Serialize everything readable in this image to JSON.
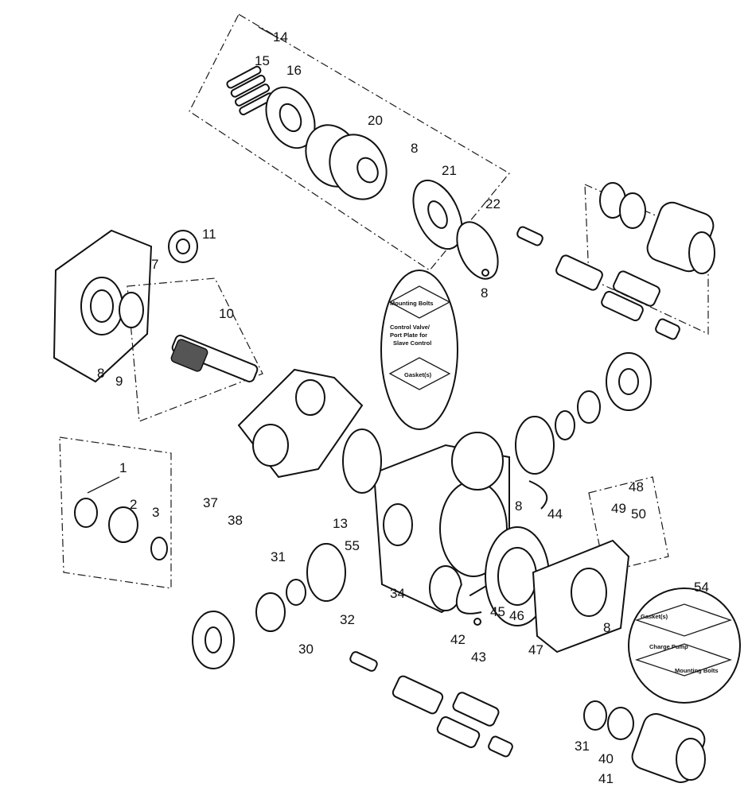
{
  "callouts": [
    {
      "id": "c1",
      "label": "1"
    },
    {
      "id": "c2",
      "label": "2"
    },
    {
      "id": "c3",
      "label": "3"
    },
    {
      "id": "c7",
      "label": "7"
    },
    {
      "id": "c8a",
      "label": "8"
    },
    {
      "id": "c8b",
      "label": "8"
    },
    {
      "id": "c8c",
      "label": "8"
    },
    {
      "id": "c8d",
      "label": "8"
    },
    {
      "id": "c8e",
      "label": "8"
    },
    {
      "id": "c9",
      "label": "9"
    },
    {
      "id": "c10",
      "label": "10"
    },
    {
      "id": "c11",
      "label": "11"
    },
    {
      "id": "c13",
      "label": "13"
    },
    {
      "id": "c14",
      "label": "14"
    },
    {
      "id": "c15",
      "label": "15"
    },
    {
      "id": "c16",
      "label": "16"
    },
    {
      "id": "c20",
      "label": "20"
    },
    {
      "id": "c21",
      "label": "21"
    },
    {
      "id": "c22",
      "label": "22"
    },
    {
      "id": "c30",
      "label": "30"
    },
    {
      "id": "c31a",
      "label": "31"
    },
    {
      "id": "c31b",
      "label": "31"
    },
    {
      "id": "c32",
      "label": "32"
    },
    {
      "id": "c34",
      "label": "34"
    },
    {
      "id": "c37",
      "label": "37"
    },
    {
      "id": "c38",
      "label": "38"
    },
    {
      "id": "c40",
      "label": "40"
    },
    {
      "id": "c41",
      "label": "41"
    },
    {
      "id": "c42",
      "label": "42"
    },
    {
      "id": "c43",
      "label": "43"
    },
    {
      "id": "c44",
      "label": "44"
    },
    {
      "id": "c45",
      "label": "45"
    },
    {
      "id": "c46",
      "label": "46"
    },
    {
      "id": "c47",
      "label": "47"
    },
    {
      "id": "c48",
      "label": "48"
    },
    {
      "id": "c49",
      "label": "49"
    },
    {
      "id": "c50",
      "label": "50"
    },
    {
      "id": "c54",
      "label": "54"
    },
    {
      "id": "c55",
      "label": "55"
    }
  ],
  "kit_center": {
    "line1": "Mounting Bolts",
    "line2": "Control Valve/",
    "line3": "Port Plate for",
    "line4": "Slave Control",
    "line5": "Gasket(s)"
  },
  "kit_right": {
    "line1": "Gasket(s)",
    "line2": "Charge Pump",
    "line3": "Mounting Bolts"
  }
}
